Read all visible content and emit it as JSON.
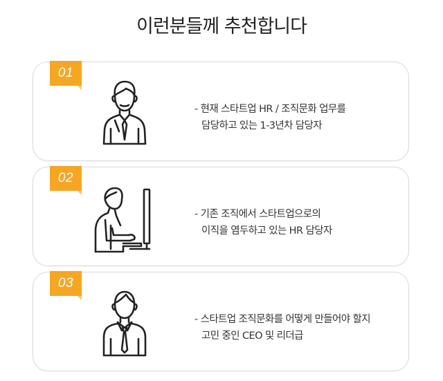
{
  "title": "이런분들께 추천합니다",
  "colors": {
    "badge": "#f5a623",
    "badge_fold": "#f8c97a",
    "border": "#d9d9d9",
    "text": "#333333"
  },
  "cards": [
    {
      "number": "01",
      "icon": "businessman-icon",
      "line1": "- 현재 스타트업 HR / 조직문화 업무를",
      "line2": "담당하고 있는 1-3년차 담당자"
    },
    {
      "number": "02",
      "icon": "person-at-computer-icon",
      "line1": "- 기존 조직에서 스타트업으로의",
      "line2": "이직을 염두하고 있는 HR 담당자"
    },
    {
      "number": "03",
      "icon": "manager-icon",
      "line1": "- 스타트업 조직문화를 어떻게 만들어야 할지",
      "line2": "고민 중인 CEO 및 리더급"
    }
  ]
}
